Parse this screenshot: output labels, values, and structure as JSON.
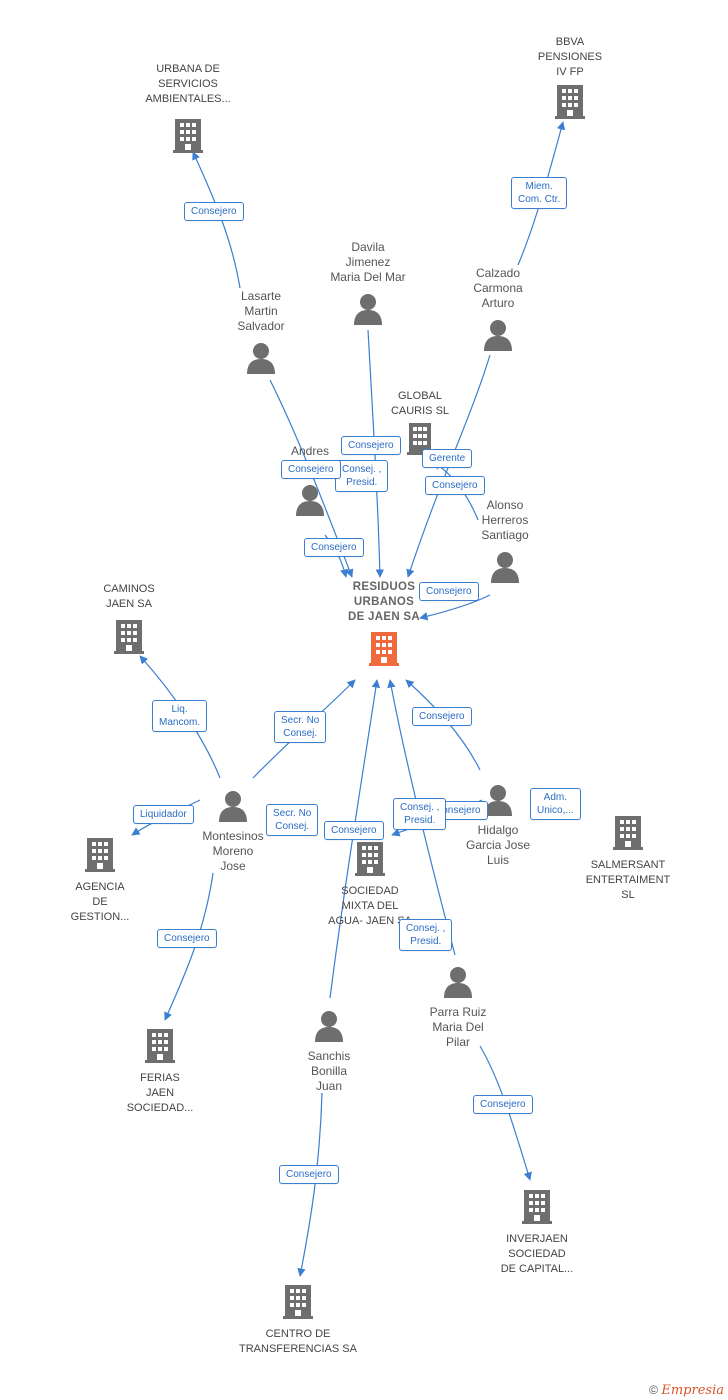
{
  "colors": {
    "edge": "#3a7fd0",
    "icon": "#6e6e6e",
    "main_icon": "#f06a3c"
  },
  "nodes": [
    {
      "id": "residuos",
      "type": "main",
      "label": "RESIDUOS\nURBANOS\nDE JAEN SA"
    },
    {
      "id": "urbana",
      "type": "company",
      "label": "URBANA DE\nSERVICIOS\nAMBIENTALES..."
    },
    {
      "id": "bbva",
      "type": "company",
      "label": "BBVA\nPENSIONES\nIV FP"
    },
    {
      "id": "davila",
      "type": "person",
      "label": "Davila\nJimenez\nMaria Del Mar"
    },
    {
      "id": "calzado",
      "type": "person",
      "label": "Calzado\nCarmona\nArturo"
    },
    {
      "id": "lasarte",
      "type": "person",
      "label": "Lasarte\nMartin\nSalvador"
    },
    {
      "id": "global",
      "type": "company",
      "label": "GLOBAL\nCAURIS  SL"
    },
    {
      "id": "andres",
      "type": "person",
      "label": "Andres\nManuel"
    },
    {
      "id": "alonso",
      "type": "person",
      "label": "Alonso\nHerreros\nSantiago"
    },
    {
      "id": "caminos",
      "type": "company",
      "label": "CAMINOS\nJAEN SA"
    },
    {
      "id": "montesinos",
      "type": "person",
      "label": "Montesinos\nMoreno\nJose"
    },
    {
      "id": "agencia",
      "type": "company",
      "label": "AGENCIA\nDE\nGESTION..."
    },
    {
      "id": "sociedad",
      "type": "company",
      "label": "SOCIEDAD\nMIXTA DEL\nAGUA- JAEN SA"
    },
    {
      "id": "hidalgo",
      "type": "person",
      "label": "Hidalgo\nGarcia Jose\nLuis"
    },
    {
      "id": "salmersant",
      "type": "company",
      "label": "SALMERSANT\nENTERTAIMENT\nSL"
    },
    {
      "id": "ferias",
      "type": "company",
      "label": "FERIAS\nJAEN\nSOCIEDAD..."
    },
    {
      "id": "sanchis",
      "type": "person",
      "label": "Sanchis\nBonilla\nJuan"
    },
    {
      "id": "parra",
      "type": "person",
      "label": "Parra Ruiz\nMaria Del\nPilar"
    },
    {
      "id": "inverjaen",
      "type": "company",
      "label": "INVERJAEN\nSOCIEDAD\nDE CAPITAL..."
    },
    {
      "id": "centro",
      "type": "company",
      "label": "CENTRO DE\nTRANSFERENCIAS SA"
    }
  ],
  "edges": [
    {
      "id": "e1",
      "label": "Consejero"
    },
    {
      "id": "e2",
      "label": "Miem.\nCom. Ctr."
    },
    {
      "id": "e3",
      "label": "Consejero"
    },
    {
      "id": "e4",
      "label": "Consej. ,\nPresid."
    },
    {
      "id": "e5",
      "label": "Gerente"
    },
    {
      "id": "e6",
      "label": "Consejero"
    },
    {
      "id": "e7",
      "label": "Consejero"
    },
    {
      "id": "e8",
      "label": "Consejero"
    },
    {
      "id": "e9",
      "label": "Consejero"
    },
    {
      "id": "e10",
      "label": "Liq.\nMancom."
    },
    {
      "id": "e11",
      "label": "Secr.  No\nConsej."
    },
    {
      "id": "e12",
      "label": "Consejero"
    },
    {
      "id": "e13",
      "label": "Liquidador"
    },
    {
      "id": "e14",
      "label": "Secr.  No\nConsej."
    },
    {
      "id": "e15",
      "label": "Consejero"
    },
    {
      "id": "e16",
      "label": "Consejero"
    },
    {
      "id": "e17",
      "label": "Consej. ,\nPresid."
    },
    {
      "id": "e18",
      "label": "Adm.\nUnico,..."
    },
    {
      "id": "e19",
      "label": "Consejero"
    },
    {
      "id": "e20",
      "label": "Consej. ,\nPresid."
    },
    {
      "id": "e21",
      "label": "Consejero"
    },
    {
      "id": "e22",
      "label": "Consejero"
    }
  ],
  "footer": {
    "copyright": "©",
    "brand": "Empresia"
  }
}
